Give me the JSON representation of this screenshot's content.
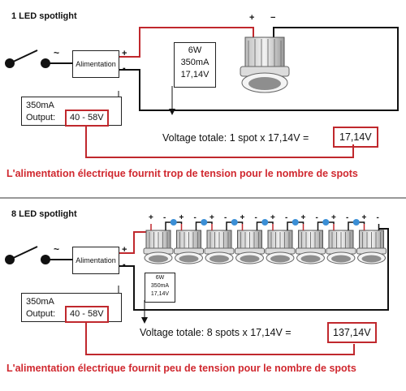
{
  "panel1": {
    "title": "1 LED spotlight",
    "psu_label": "Alimentation",
    "plus": "+",
    "minus": "-",
    "tilde": "~",
    "spot_plus": "+",
    "spot_minus": "−",
    "spec": [
      "6W",
      "350mA",
      "17,14V"
    ],
    "current": "350mA",
    "output_label": "Output:",
    "output_value": "40 - 58V",
    "total_text": "Voltage totale: 1 spot x 17,14V =",
    "total_value": "17,14V",
    "message": "L'alimentation électrique fournit trop de tension pour le nombre de spots"
  },
  "panel2": {
    "title": "8 LED spotlight",
    "psu_label": "Alimentation",
    "plus": "+",
    "minus": "-",
    "tilde": "~",
    "spot_plus": "+",
    "spot_minus": "-",
    "spec": [
      "6W",
      "350mA",
      "17,14V"
    ],
    "current": "350mA",
    "output_label": "Output:",
    "output_value": "40 - 58V",
    "total_text": "Voltage totale: 8 spots x 17,14V =",
    "total_value": "137,14V",
    "message": "L'alimentation électrique fournit peu de tension pour le nombre de spots"
  },
  "colors": {
    "accent_red": "#c0282d",
    "wire_black": "#111111",
    "junction_blue": "#3b8fd6",
    "divider": "#999999"
  }
}
